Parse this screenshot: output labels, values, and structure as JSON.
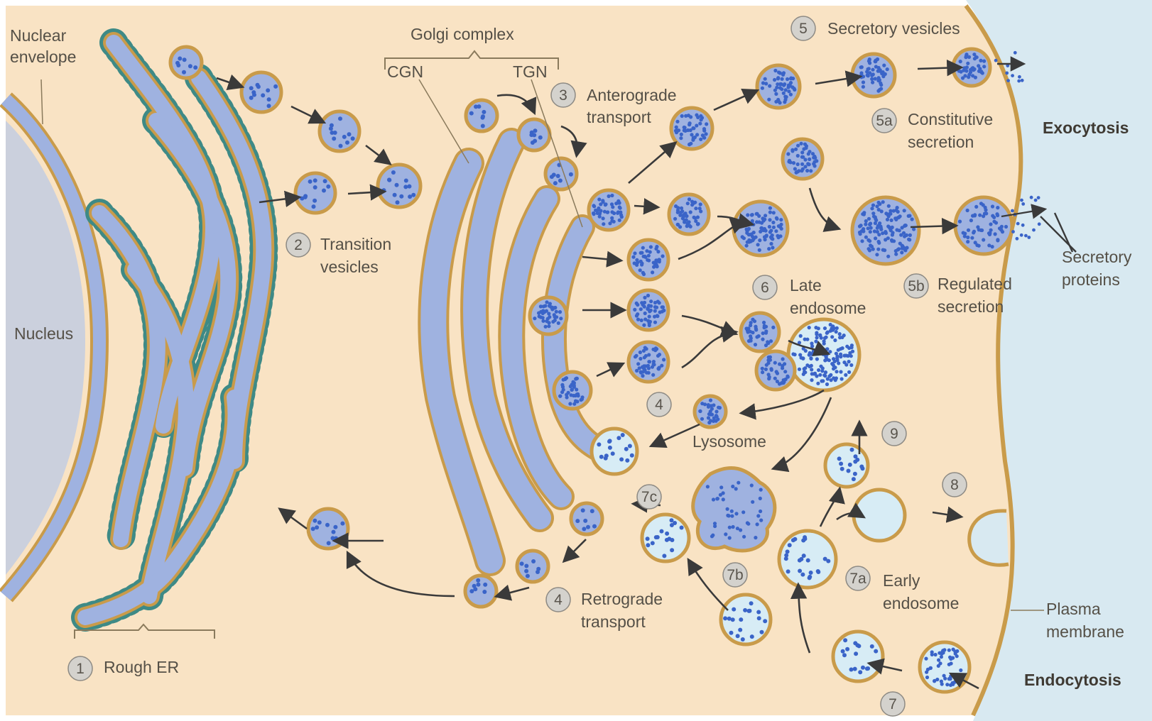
{
  "labels": {
    "nuclear_envelope": [
      "Nuclear",
      "envelope"
    ],
    "nucleus": "Nucleus",
    "golgi_complex": "Golgi complex",
    "cgn": "CGN",
    "tgn": "TGN",
    "anterograde": [
      "Anterograde",
      "transport"
    ],
    "transition": [
      "Transition",
      "vesicles"
    ],
    "secretory_vesicles": "Secretory vesicles",
    "constitutive": [
      "Constitutive",
      "secretion"
    ],
    "exocytosis": "Exocytosis",
    "secretory_proteins": [
      "Secretory",
      "proteins"
    ],
    "regulated": [
      "Regulated",
      "secretion"
    ],
    "late_endosome": [
      "Late",
      "endosome"
    ],
    "lysosome": "Lysosome",
    "retrograde": [
      "Retrograde",
      "transport"
    ],
    "early_endosome": [
      "Early",
      "endosome"
    ],
    "plasma_membrane": [
      "Plasma",
      "membrane"
    ],
    "endocytosis": "Endocytosis",
    "rough_er": "Rough ER"
  },
  "step_numbers": {
    "n1": "1",
    "n2": "2",
    "n3": "3",
    "n4a": "4",
    "n4b": "4",
    "n5": "5",
    "n5a": "5a",
    "n5b": "5b",
    "n6": "6",
    "n7": "7",
    "n7a": "7a",
    "n7b": "7b",
    "n7c": "7c",
    "n8": "8",
    "n9": "9"
  },
  "colors": {
    "cytoplasm": "#f9e3c4",
    "outside": "#d8e9f1",
    "nucleus": "#cbd0dd",
    "er_lumen": "#9fb2e0",
    "membrane": "#c99b4a",
    "ribosome": "#3e8a86",
    "cargo_dot": "#3a64c8",
    "light_vesicle": "#d7ecf5"
  }
}
